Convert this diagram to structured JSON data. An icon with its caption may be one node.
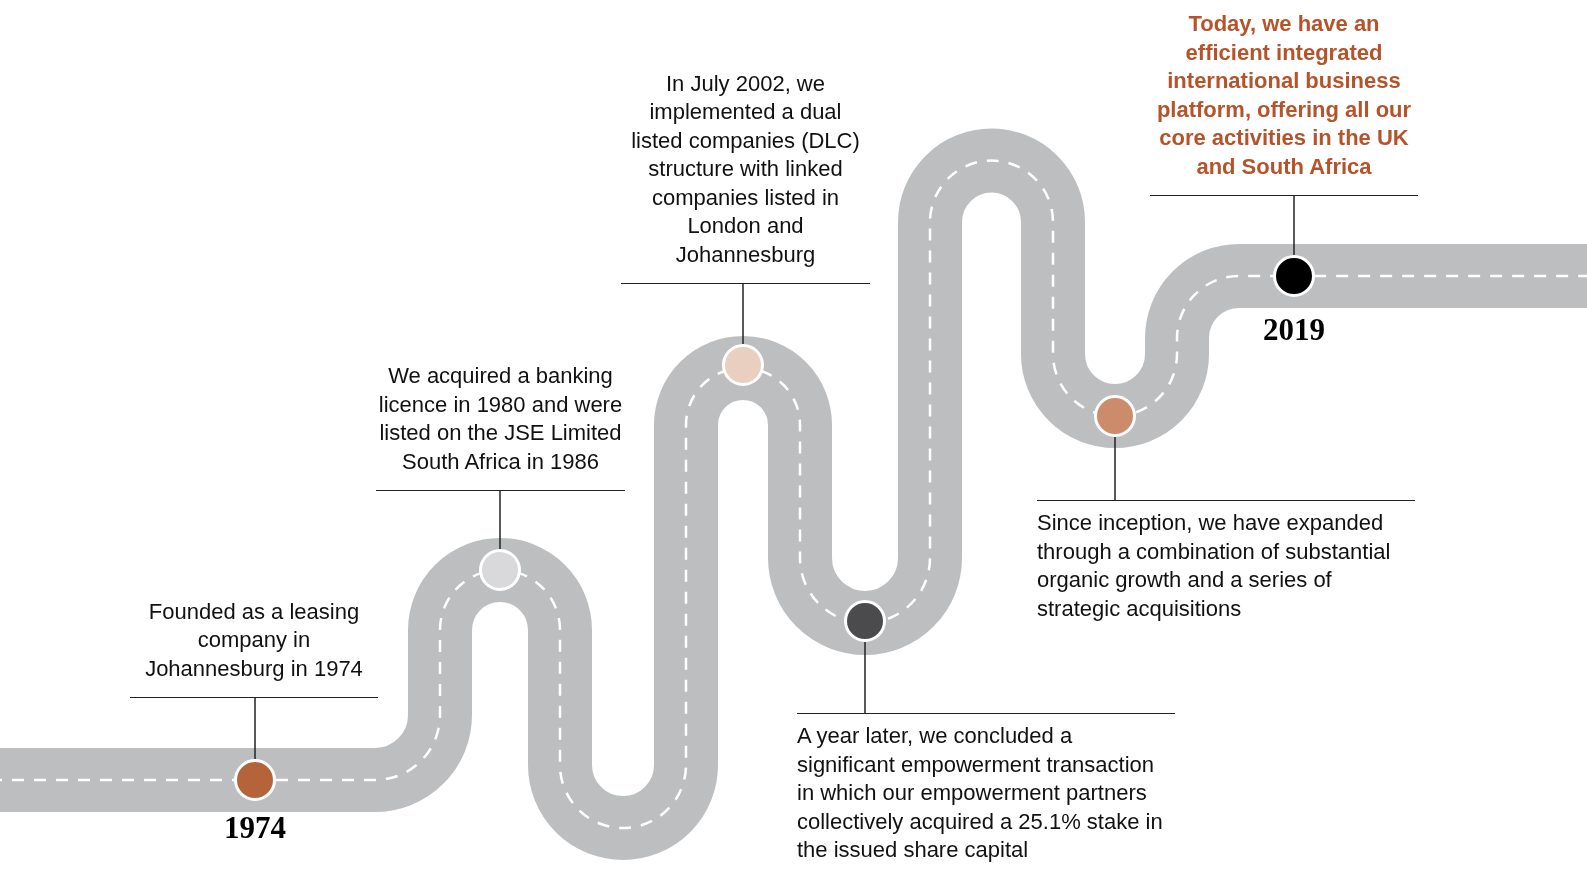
{
  "diagram": {
    "nodes": [
      {
        "text": [
          "Founded as a leasing company in Johannesburg in 1974"
        ]
      },
      {
        "text": [],
        "shape": "circle"
      },
      {
        "text": [
          "We acquired a banking licence in 1980 and were listed on the JSE Limited South Africa in 1986"
        ]
      },
      {
        "text": [],
        "shape": "circle"
      },
      {
        "text": [
          "In July 2002, we implemented a dual listed companies (DLC) structure with linked companies listed in London and Johannesburg"
        ]
      },
      {
        "text": [],
        "shape": "circle"
      },
      {
        "text": [],
        "shape": "circle"
      },
      {
        "text": [
          "A year later, we concluded a significant empowerment transaction in which our empowerment partners collectively acquired a 25.1% stake in the issued share capital"
        ]
      },
      {
        "text": [],
        "shape": "circle"
      },
      {
        "text": [
          "Since inception, we have expanded through a combination of substantial organic growth and a series of strategic acquisitions"
        ]
      },
      {
        "text": [
          "Today, we have an efficient integrated international business platform, offering all our core activities in the UK and South Africa"
        ]
      },
      {
        "text": [],
        "shape": "circle"
      }
    ],
    "edges": [
      {
        "from": 0,
        "to": 1,
        "arrow": "none"
      },
      {
        "from": 2,
        "to": 3,
        "arrow": "none"
      },
      {
        "from": 4,
        "to": 5,
        "arrow": "none"
      },
      {
        "from": 7,
        "to": 6,
        "arrow": "none"
      },
      {
        "from": 9,
        "to": 8,
        "arrow": "none"
      },
      {
        "from": 10,
        "to": 11,
        "arrow": "none"
      }
    ],
    "labels": [
      "1974",
      "2019"
    ]
  }
}
